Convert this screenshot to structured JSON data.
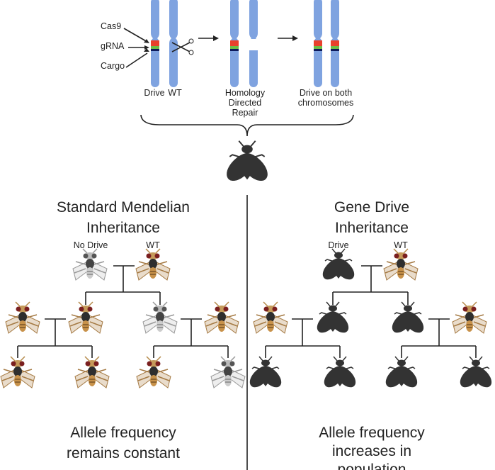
{
  "top": {
    "labels": {
      "cas9": "Cas9",
      "grna": "gRNA",
      "cargo": "Cargo"
    },
    "pair_labels": {
      "drive": "Drive",
      "wt": "WT"
    },
    "hdr": [
      "Homology",
      "Directed",
      "Repair"
    ],
    "both": [
      "Drive on both",
      "chromosomes"
    ]
  },
  "colors": {
    "chromosome": "#7fa3e0",
    "cas9": "#e8412c",
    "grna": "#6cbd45",
    "cargo": "#0d1a5c",
    "drive_fly": "#333333"
  },
  "left": {
    "title": [
      "Standard Mendelian",
      "Inheritance"
    ],
    "parents": {
      "a": "No Drive",
      "b": "WT"
    },
    "footer": [
      "Allele frequency",
      "remains constant"
    ]
  },
  "right": {
    "title": [
      "Gene Drive",
      "Inheritance"
    ],
    "parents": {
      "a": "Drive",
      "b": "WT"
    },
    "footer": [
      "Allele frequency",
      "increases in",
      "population"
    ]
  }
}
